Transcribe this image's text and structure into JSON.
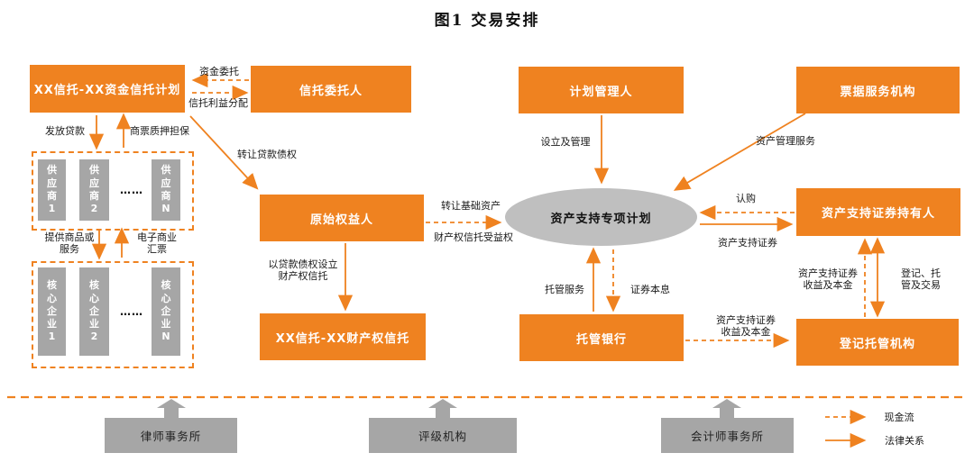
{
  "title": "图1  交易安排",
  "colors": {
    "accent_orange": "#EF8220",
    "gray_node": "#A6A6A6",
    "gray_ellipse": "#BFBFBF"
  },
  "nodes": {
    "funding_trust": "XX信托-XX资金信托计划",
    "trustor": "信托委托人",
    "plan_manager": "计划管理人",
    "bill_service": "票据服务机构",
    "originator": "原始权益人",
    "abs_holders": "资产支持证券持有人",
    "property_trust": "XX信托-XX财产权信托",
    "custodian_bank": "托管银行",
    "registrar": "登记托管机构",
    "spv": "资产支持专项计划",
    "suppliers": [
      "供应商1",
      "供应商2",
      "……",
      "供应商N"
    ],
    "core_enterprises": [
      "核心企业1",
      "核心企业2",
      "……",
      "核心企业N"
    ],
    "law_firm": "律师事务所",
    "rating_agency": "评级机构",
    "accounting_firm": "会计师事务所"
  },
  "edges": {
    "fund_entrust": "资金委托",
    "trust_benefit": "信托利益分配",
    "issue_loan": "发放贷款",
    "bill_pledge": "商票质押担保",
    "transfer_loan": "转让贷款债权",
    "provide_goods": "提供商品或\n服务",
    "e_bill": "电子商业\n汇票",
    "setup_property_trust": "以贷款债权设立\n财产权信托",
    "transfer_base_assets": "转让基础资产",
    "property_trust_benefit": "财产权信托受益权",
    "setup_manage": "设立及管理",
    "asset_mgmt_service": "资产管理服务",
    "subscribe": "认购",
    "abs_securities": "资产支持证券",
    "custody_service": "托管服务",
    "securities_pi": "证券本息",
    "abs_income_bank": "资产支持证券\n收益及本金",
    "abs_income_reg": "资产支持证券\n收益及本金",
    "registration": "登记、托\n管及交易"
  },
  "legend": {
    "cash_flow": "现金流",
    "legal_relation": "法律关系"
  }
}
